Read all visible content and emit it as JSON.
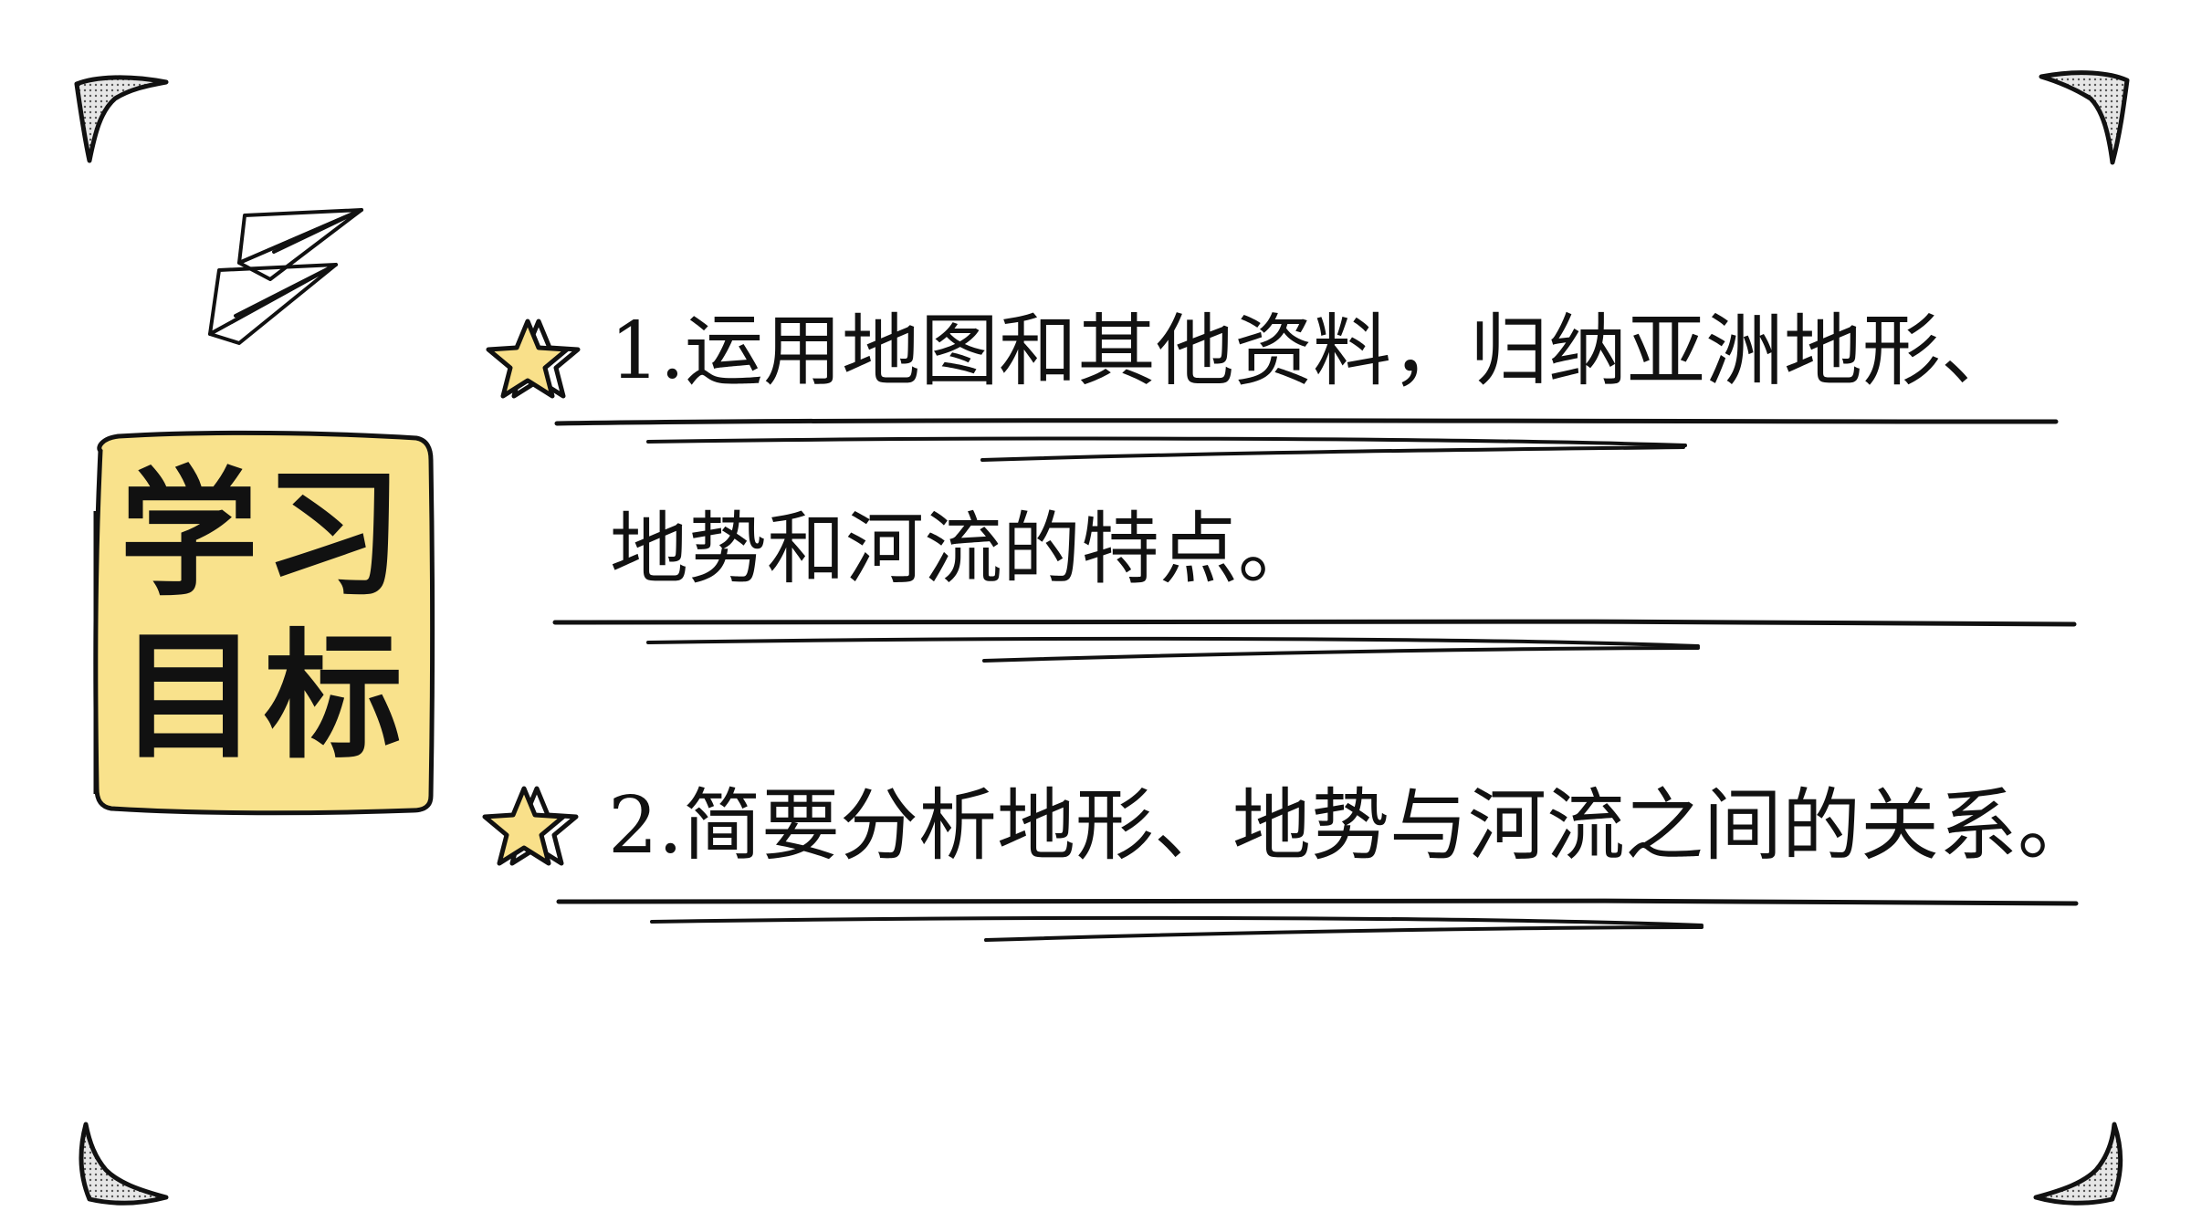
{
  "slide": {
    "title_line1": "学习",
    "title_line2": "目标",
    "goals": [
      {
        "line1": "1.运用地图和其他资料，归纳亚洲地形、",
        "line2": "地势和河流的特点。"
      },
      {
        "line1": "2.简要分析地形、地势与河流之间的关系。"
      }
    ]
  },
  "colors": {
    "title_box_fill": "#f9e28c",
    "star_fill": "#f9e08a",
    "ink": "#111111"
  },
  "icons": [
    "corner-bracket-icon",
    "paper-plane-icon",
    "star-icon",
    "underline-scribble-icon"
  ]
}
